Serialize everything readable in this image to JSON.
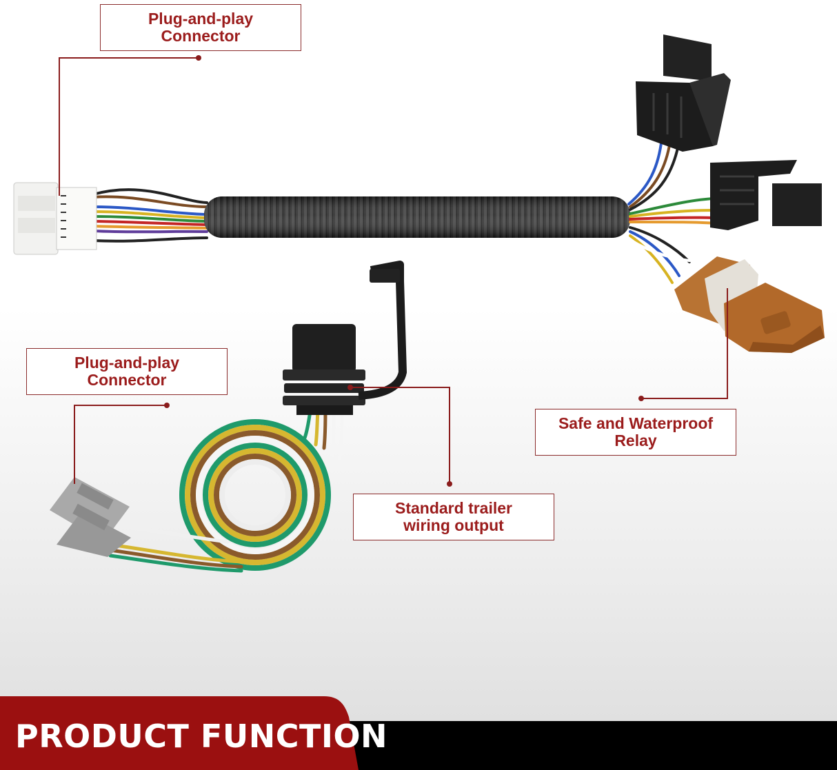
{
  "callouts": {
    "top_left": {
      "line1": "Plug-and-play",
      "line2": "Connector"
    },
    "middle_left": {
      "line1": "Plug-and-play",
      "line2": "Connector"
    },
    "relay": {
      "line1": "Safe and Waterproof",
      "line2": "Relay"
    },
    "trailer": {
      "line1": "Standard trailer",
      "line2": "wiring output"
    }
  },
  "footer": {
    "title": "PRODUCT FUNCTION"
  },
  "colors": {
    "accent": "#9b1c1c",
    "callout_border": "#8a2a2a",
    "footer_bar": "#000000",
    "footer_tab": "#9b1010",
    "connector_white": "#f2f2f0",
    "connector_black": "#1e1e1e",
    "relay_brown": "#b87333",
    "connector_gray": "#a8a8a8"
  },
  "icons": {
    "top_left_connector": "white-multi-pin-connector",
    "harness_loom": "black-corrugated-loom",
    "black_plugs": "black-plug-connectors",
    "relay": "brown-relay-connector",
    "trailer_plug": "black-4-pin-trailer-plug",
    "coil": "coiled-4-wire-cable",
    "gray_connector": "gray-plug-connector"
  }
}
